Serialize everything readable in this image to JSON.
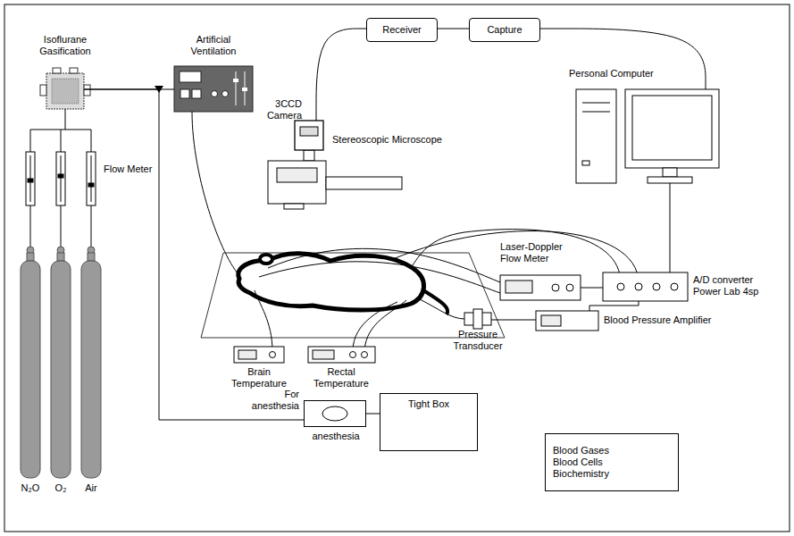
{
  "diagram": {
    "nodes": [
      {
        "text": [
          "Isoflurane Gasification"
        ]
      },
      {
        "text": [
          "Artificial Ventilation"
        ]
      },
      {
        "text": [
          "Receiver"
        ]
      },
      {
        "text": [
          "Capture"
        ]
      },
      {
        "text": [
          "3CCD Camera"
        ]
      },
      {
        "text": [
          "Stereoscopic Microscope"
        ]
      },
      {
        "text": [
          "Personal Computer"
        ]
      },
      {
        "text": [
          "Laser-Doppler Flow Meter"
        ]
      },
      {
        "text": [
          "A/D converter Power Lab 4sp"
        ]
      },
      {
        "text": [
          "Pressure Transducer"
        ]
      },
      {
        "text": [
          "Blood Pressure Amplifier"
        ]
      },
      {
        "text": [
          "Brain Temperature"
        ]
      },
      {
        "text": [
          "Rectal Temperature"
        ]
      },
      {
        "text": [
          "For anesthesia",
          "anesthesia"
        ]
      },
      {
        "text": [
          "Tight Box"
        ]
      },
      {
        "text": [
          "Blood Gases",
          "Blood Cells",
          "Biochemistry"
        ]
      }
    ],
    "edges": [
      {
        "from": 0,
        "to": 1,
        "arrow": "none"
      },
      {
        "from": 0,
        "to": 13,
        "arrow": "none"
      },
      {
        "from": 4,
        "to": 2,
        "arrow": "none"
      },
      {
        "from": 2,
        "to": 3,
        "arrow": "none"
      },
      {
        "from": 3,
        "to": 6,
        "arrow": "none"
      },
      {
        "from": 6,
        "to": 8,
        "arrow": "none"
      },
      {
        "from": 7,
        "to": 8,
        "arrow": "none"
      },
      {
        "from": 9,
        "to": 10,
        "arrow": "none"
      },
      {
        "from": 10,
        "to": 8,
        "arrow": "none"
      },
      {
        "from": 13,
        "to": 14,
        "arrow": "none"
      }
    ],
    "labels": [
      "Flow Meter",
      "N₂O",
      "O₂",
      "Air"
    ]
  }
}
